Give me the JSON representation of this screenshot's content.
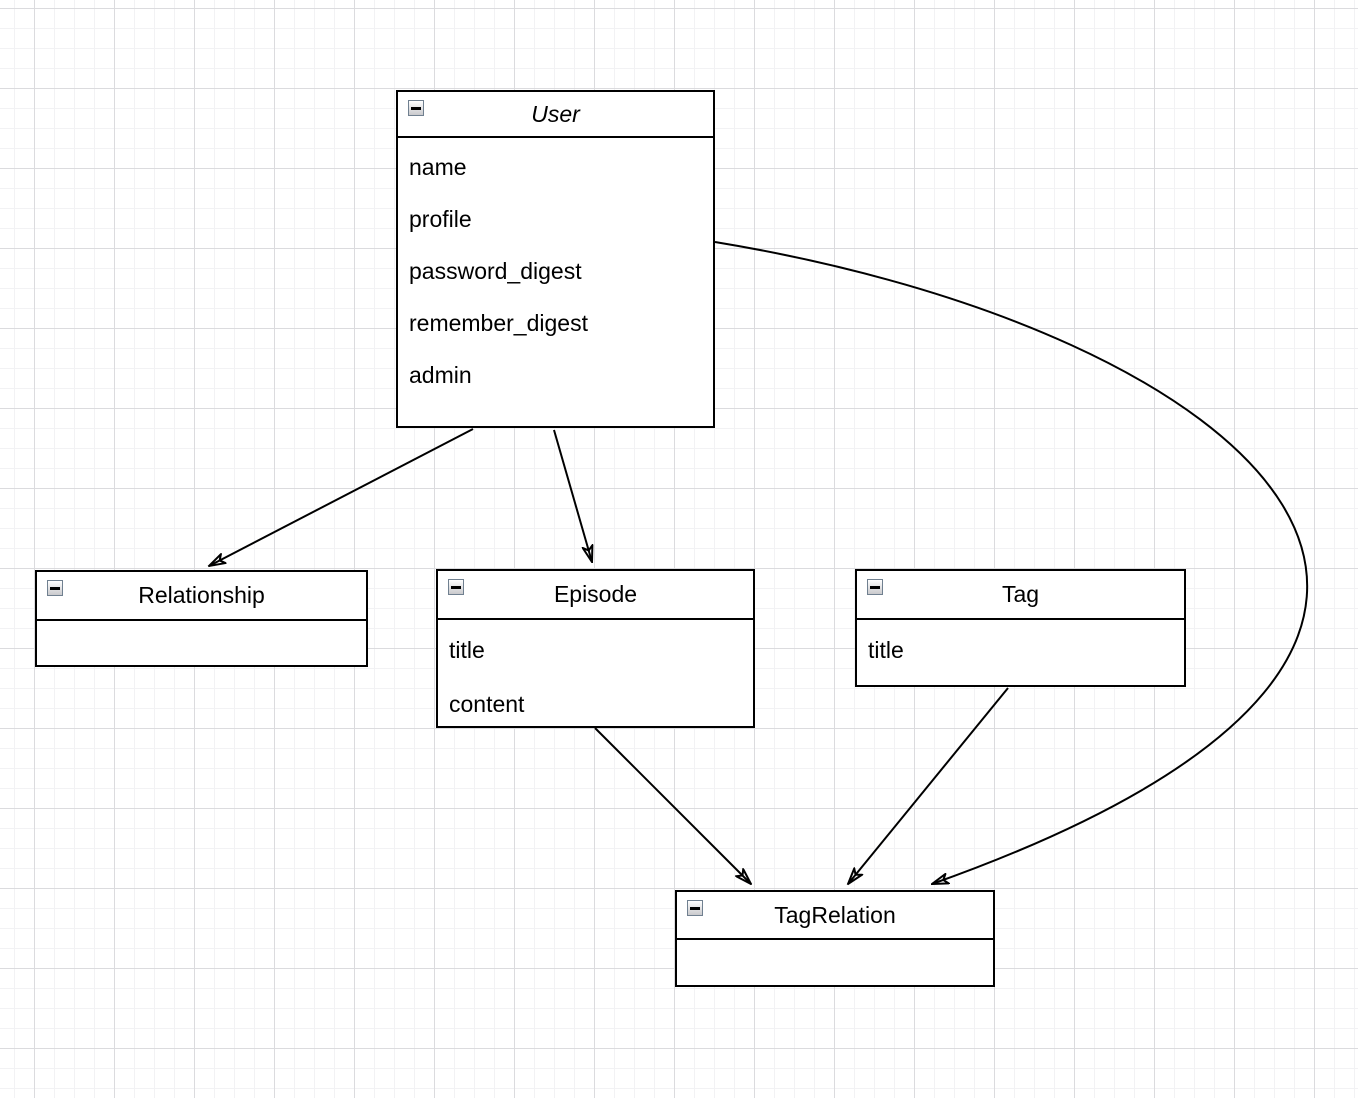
{
  "diagram": {
    "entities": {
      "user": {
        "title": "User",
        "fields": [
          "name",
          "profile",
          "password_digest",
          "remember_digest",
          "admin"
        ]
      },
      "relationship": {
        "title": "Relationship",
        "fields": []
      },
      "episode": {
        "title": "Episode",
        "fields": [
          "title",
          "content"
        ]
      },
      "tag": {
        "title": "Tag",
        "fields": [
          "title"
        ]
      },
      "tagrelation": {
        "title": "TagRelation",
        "fields": []
      }
    },
    "connectors": [
      {
        "id": "user-to-relationship",
        "from": "User",
        "to": "Relationship"
      },
      {
        "id": "user-to-episode",
        "from": "User",
        "to": "Episode"
      },
      {
        "id": "episode-to-tagrelation",
        "from": "Episode",
        "to": "TagRelation"
      },
      {
        "id": "tag-to-tagrelation",
        "from": "Tag",
        "to": "TagRelation"
      },
      {
        "id": "user-to-tagrelation",
        "from": "User",
        "to": "TagRelation"
      }
    ],
    "colors": {
      "stroke": "#000000",
      "shape_fill": "#ffffff",
      "grid_minor": "#f2f2f4",
      "grid_major": "#dbdbde",
      "collapse_border": "#708090"
    }
  }
}
